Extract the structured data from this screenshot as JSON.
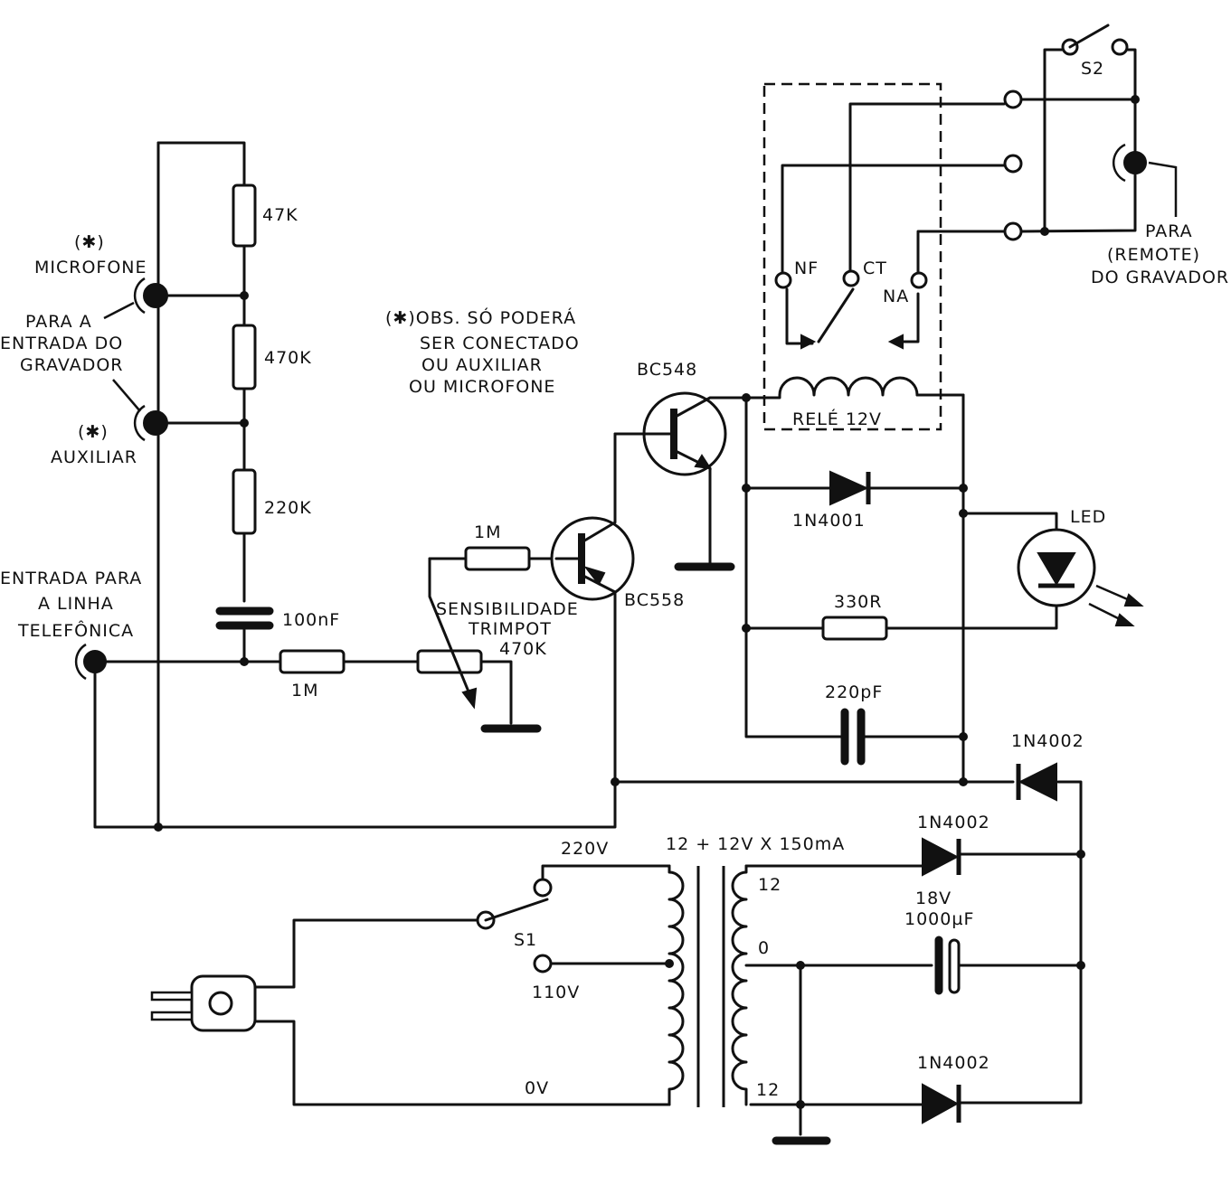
{
  "labels": {
    "microfone_star": "(✱)",
    "microfone": "MICROFONE",
    "para_a": "PARA A",
    "entrada_do": "ENTRADA DO",
    "gravador": "GRAVADOR",
    "auxiliar_star": "(✱)",
    "auxiliar": "AUXILIAR",
    "entrada_para": "ENTRADA PARA",
    "a_linha": "A LINHA",
    "telefonica": "TELEFÔNICA",
    "obs_line1": "(✱)OBS. SÓ PODERÁ",
    "obs_line2": "SER CONECTADO",
    "obs_line3": "OU AUXILIAR",
    "obs_line4": "OU MICROFONE",
    "sens_line1": "SENSIBILIDADE",
    "sens_line2": "TRIMPOT",
    "sens_line3": "470K",
    "para_remote_1": "PARA",
    "para_remote_2": "(REMOTE)",
    "para_remote_3": "DO GRAVADOR",
    "nf": "NF",
    "ct": "CT",
    "na": "NA",
    "rele": "RELÉ 12V",
    "s1": "S1",
    "s2": "S2",
    "v220": "220V",
    "v110": "110V",
    "v0": "0V",
    "transformer": "12 + 12V X 150mA",
    "tap12_top": "12",
    "tap0": "0",
    "tap12_bottom": "12",
    "cap_voltage": "18V",
    "cap_value": "1000µF",
    "led": "LED"
  },
  "components": {
    "r47k": "47K",
    "r470k": "470K",
    "r220k": "220K",
    "c100nf": "100nF",
    "r1m_input": "1M",
    "r1m_base": "1M",
    "q_bc548": "BC548",
    "q_bc558": "BC558",
    "d_1n4001": "1N4001",
    "r330r": "330R",
    "c220pf": "220pF",
    "d_1n4002_a": "1N4002",
    "d_1n4002_b": "1N4002",
    "d_1n4002_c": "1N4002"
  },
  "colors": {
    "ink": "#111111",
    "paper": "#ffffff"
  }
}
